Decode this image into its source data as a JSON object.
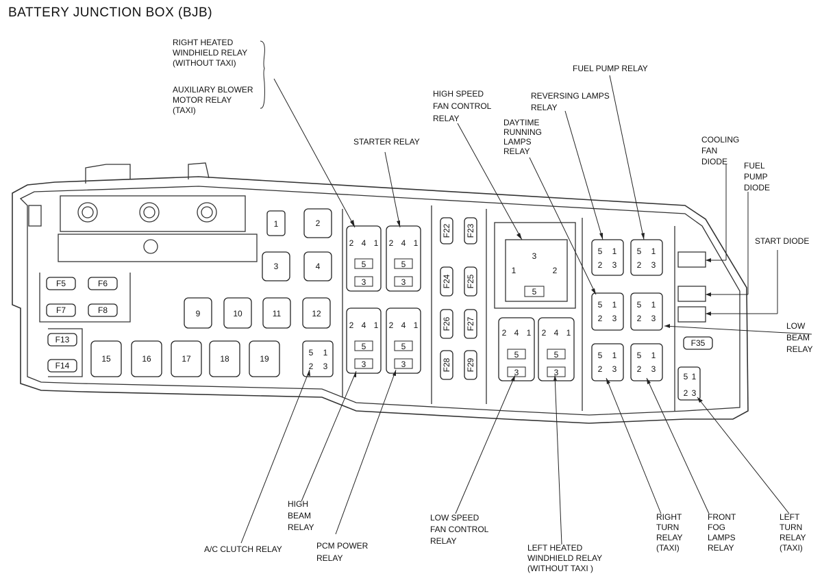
{
  "title": "BATTERY JUNCTION BOX (BJB)",
  "labels": {
    "right_heated_windshield": "RIGHT HEATED\nWINDHIELD RELAY\n(WITHOUT TAXI)",
    "aux_blower": "AUXILIARY BLOWER\nMOTOR RELAY\n(TAXI)",
    "starter_relay": "STARTER RELAY",
    "high_speed_fan": "HIGH SPEED\nFAN CONTROL\nRELAY",
    "drl_relay": "DAYTIME\nRUNNING\nLAMPS\nRELAY",
    "reversing_lamps": "REVERSING LAMPS\nRELAY",
    "fuel_pump_relay": "FUEL PUMP RELAY",
    "cooling_fan_diode": "COOLING\nFAN\nDIODE",
    "fuel_pump_diode": "FUEL\nPUMP\nDIODE",
    "start_diode": "START DIODE",
    "low_beam_relay": "LOW\nBEAM\nRELAY",
    "ac_clutch": "A/C CLUTCH RELAY",
    "high_beam": "HIGH\nBEAM\nRELAY",
    "pcm_power": "PCM POWER\nRELAY",
    "low_speed_fan": "LOW SPEED\nFAN CONTROL\nRELAY",
    "left_heated_windshield": "LEFT HEATED\nWINDHIELD RELAY\n(WITHOUT TAXI )",
    "right_turn": "RIGHT\nTURN\nRELAY\n(TAXI)",
    "front_fog": "FRONT\nFOG\nLAMPS\nRELAY",
    "left_turn": "LEFT\nTURN\nRELAY\n(TAXI)"
  },
  "fuses": {
    "f5": "F5",
    "f6": "F6",
    "f7": "F7",
    "f8": "F8",
    "f13": "F13",
    "f14": "F14",
    "f35": "F35",
    "f22": "F22",
    "f23": "F23",
    "f24": "F24",
    "f25": "F25",
    "f26": "F26",
    "f27": "F27",
    "f28": "F28",
    "f29": "F29"
  },
  "cartridges": {
    "c1": "1",
    "c2": "2",
    "c3": "3",
    "c4": "4",
    "c9": "9",
    "c10": "10",
    "c11": "11",
    "c12": "12",
    "c15": "15",
    "c16": "16",
    "c17": "17",
    "c18": "18",
    "c19": "19"
  },
  "pins": {
    "p1": "1",
    "p2": "2",
    "p3": "3",
    "p4": "4",
    "p5": "5"
  }
}
